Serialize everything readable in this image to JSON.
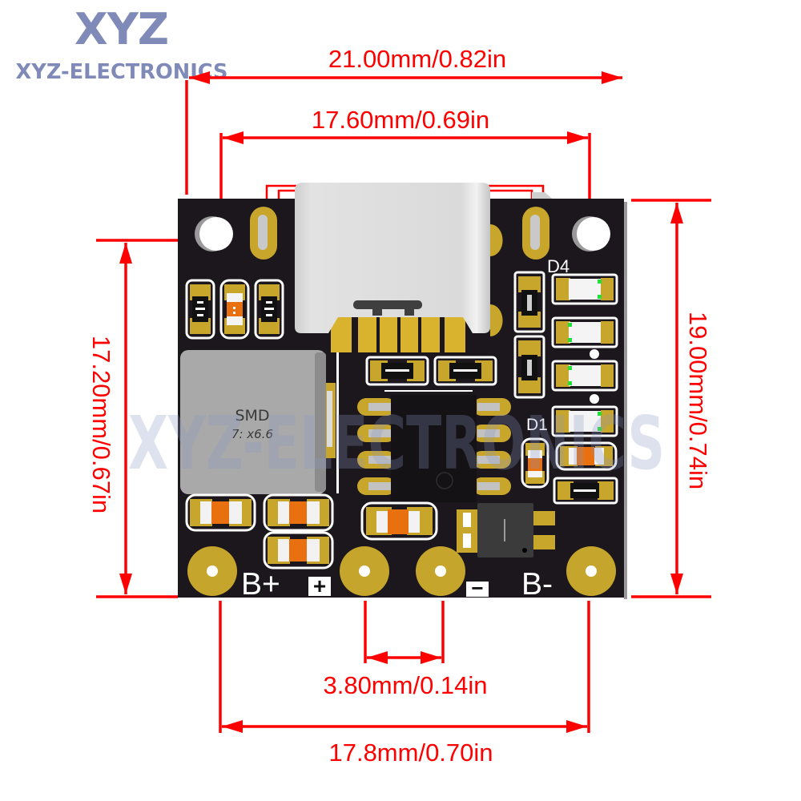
{
  "brand": {
    "logo": "XYZ",
    "name": "XYZ-ELECTRONICS"
  },
  "watermark": "XYZ-ELECTRONICS",
  "dimensions": {
    "overall_width": "21.00mm/0.82in",
    "mount_hole_spacing": "17.60mm/0.69in",
    "left_height": "17.20mm/0.67in",
    "board_height": "19.00mm/0.74in",
    "pad_pitch": "3.80mm/0.14in",
    "outer_pad_spacing": "17.8mm/0.70in"
  },
  "silkscreen": {
    "b_plus": "B+",
    "b_minus": "B-",
    "plus": "+",
    "minus": "−",
    "d4": "D4",
    "d1": "D1"
  },
  "inductor": {
    "label": "SMD",
    "size": "7: x6.6"
  },
  "colors": {
    "dimension": "#ff0000",
    "board": "#1b171c",
    "pad_gold": "#c8a62c",
    "capacitor": "#e8700e",
    "led_mark": "#22e03a",
    "logo": "#7f8ab8"
  }
}
